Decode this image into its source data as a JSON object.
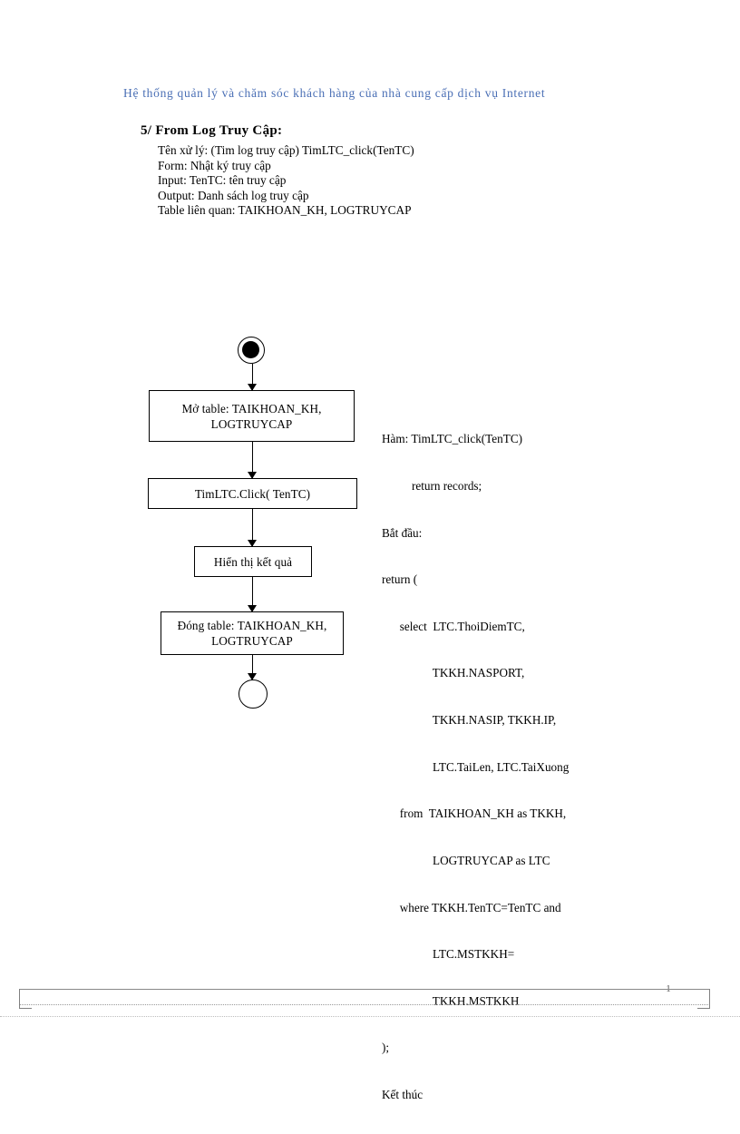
{
  "header": {
    "running_title": "Hệ thống  quản  lý và chăm  sóc khách  hàng  của nhà cung  cấp dịch  vụ Internet",
    "color": "#4a6fb5"
  },
  "section": {
    "title": "5/ From Log Truy  Cập:",
    "spec": [
      "Tên xử lý:  (Tim log truy cập) TimLTC_click(TenTC)",
      "Form:  Nhật ký truy cập",
      "Input:  TenTC: tên truy cập",
      "Output:  Danh sách log truy cập",
      "Table liên  quan: TAIKHOAN_KH, LOGTRUYCAP"
    ]
  },
  "flowchart": {
    "start_node": "start-node",
    "end_node": "end-node",
    "nodes": [
      {
        "id": "open",
        "line1": "Mở table: TAIKHOAN_KH,",
        "line2": "LOGTRUYCAP"
      },
      {
        "id": "call",
        "line1": "TimLTC.Click( TenTC)",
        "line2": ""
      },
      {
        "id": "show",
        "line1": "Hiển thị kết quả",
        "line2": ""
      },
      {
        "id": "close",
        "line1": "Đóng table: TAIKHOAN_KH,",
        "line2": "LOGTRUYCAP"
      }
    ]
  },
  "pseudocode": {
    "lines": [
      "Hàm: TimLTC_click(TenTC)",
      "          return records;",
      "Bắt đầu:",
      "return (",
      "      select  LTC.ThoiDiemTC,",
      "                 TKKH.NASPORT,",
      "                 TKKH.NASIP, TKKH.IP,",
      "                 LTC.TaiLen, LTC.TaiXuong",
      "      from  TAIKHOAN_KH as TKKH,",
      "                 LOGTRUYCAP as LTC",
      "      where TKKH.TenTC=TenTC and",
      "                 LTC.MSTKKH=",
      "                 TKKH.MSTKKH",
      ");",
      "Kết thúc"
    ]
  },
  "footer": {
    "page_number": "1"
  }
}
